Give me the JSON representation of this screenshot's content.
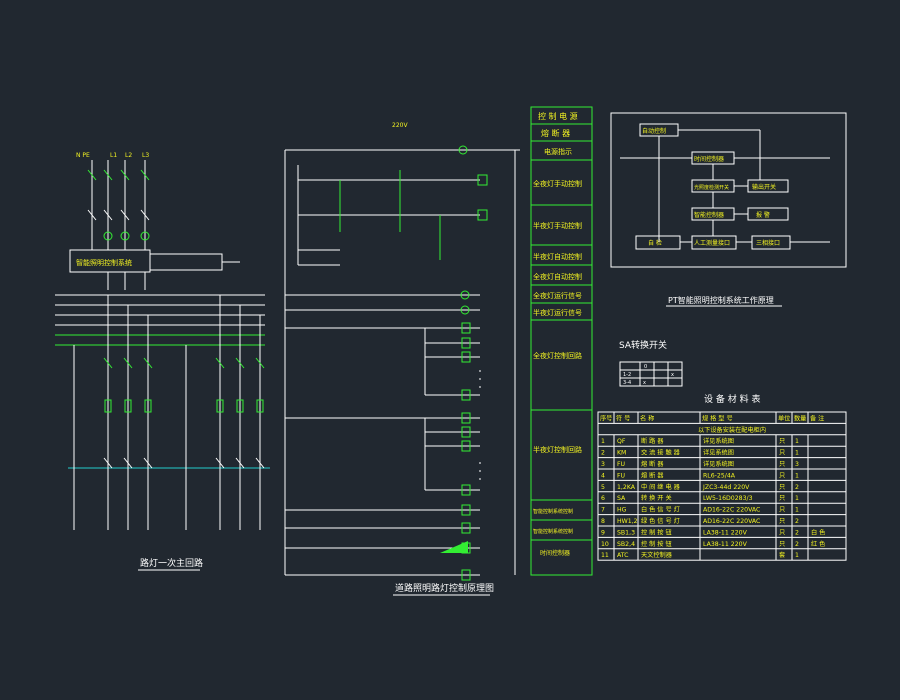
{
  "main_circuit": {
    "title": "路灯一次主回路",
    "supply_label": "N PE",
    "phase_labels": [
      "L1",
      "L2",
      "L3"
    ],
    "smart_box": "智能照明控制系统"
  },
  "control_circuit": {
    "title": "道路照明路灯控制原理图",
    "top_label": "220V"
  },
  "legend": {
    "rows": [
      "控 制 电 源",
      "熔 断 器",
      "电源指示",
      "全夜灯手动控制",
      "半夜灯手动控制",
      "半夜灯自动控制",
      "全夜灯自动控制",
      "全夜灯运行信号",
      "半夜灯运行信号",
      "全夜灯控制回路",
      "半夜灯控制回路",
      "智能控制系统控制",
      "智能控制系统控制",
      "时间控制器"
    ]
  },
  "system_diagram": {
    "title": "PT智能照明控制系统工作原理",
    "boxes": [
      "自动控制",
      "时间控制器",
      "光照度检测开关",
      "输出开关",
      "智能控制器",
      "报 警",
      "自 检",
      "人工测量接口",
      "三相接口"
    ]
  },
  "sa_switch": {
    "title": "SA转换开关",
    "header": [
      "",
      "0",
      "",
      ""
    ],
    "rows": [
      [
        "1-2",
        "",
        "",
        "x"
      ],
      [
        "3-4",
        "x",
        "",
        ""
      ]
    ]
  },
  "materials_table": {
    "title": "设 备 材 料 表",
    "headers": [
      "序号",
      "符 号",
      "名  称",
      "规 格 型 号",
      "单位",
      "数量",
      "备 注"
    ],
    "group_row": "以下设备安装在配电柜内",
    "rows": [
      [
        "1",
        "QF",
        "断 路 器",
        "详见系统图",
        "只",
        "1",
        ""
      ],
      [
        "2",
        "KM",
        "交 流 接 触 器",
        "详见系统图",
        "只",
        "1",
        ""
      ],
      [
        "3",
        "FU",
        "熔 断 器",
        "详见系统图",
        "只",
        "3",
        ""
      ],
      [
        "4",
        "FU",
        "熔 断 器",
        "RL6-25/4A",
        "只",
        "1",
        ""
      ],
      [
        "5",
        "1,2KA",
        "中 间 继 电 器",
        "JZC3-44d 220V",
        "只",
        "2",
        ""
      ],
      [
        "6",
        "SA",
        "转 换 开 关",
        "LW5-16D0283/3",
        "只",
        "1",
        ""
      ],
      [
        "7",
        "HG",
        "白 色 信 号 灯",
        "AD16-22C 220VAC",
        "只",
        "1",
        ""
      ],
      [
        "8",
        "HW1,2",
        "绿 色 信 号 灯",
        "AD16-22C 220VAC",
        "只",
        "2",
        ""
      ],
      [
        "9",
        "SB1,3",
        "控 制 按 钮",
        "LA38-11 220V",
        "只",
        "2",
        "白 色"
      ],
      [
        "10",
        "SB2,4",
        "控 制 按 钮",
        "LA38-11 220V",
        "只",
        "2",
        "红 色"
      ],
      [
        "11",
        "ATC",
        "天文控制器",
        "",
        "套",
        "1",
        ""
      ]
    ]
  }
}
